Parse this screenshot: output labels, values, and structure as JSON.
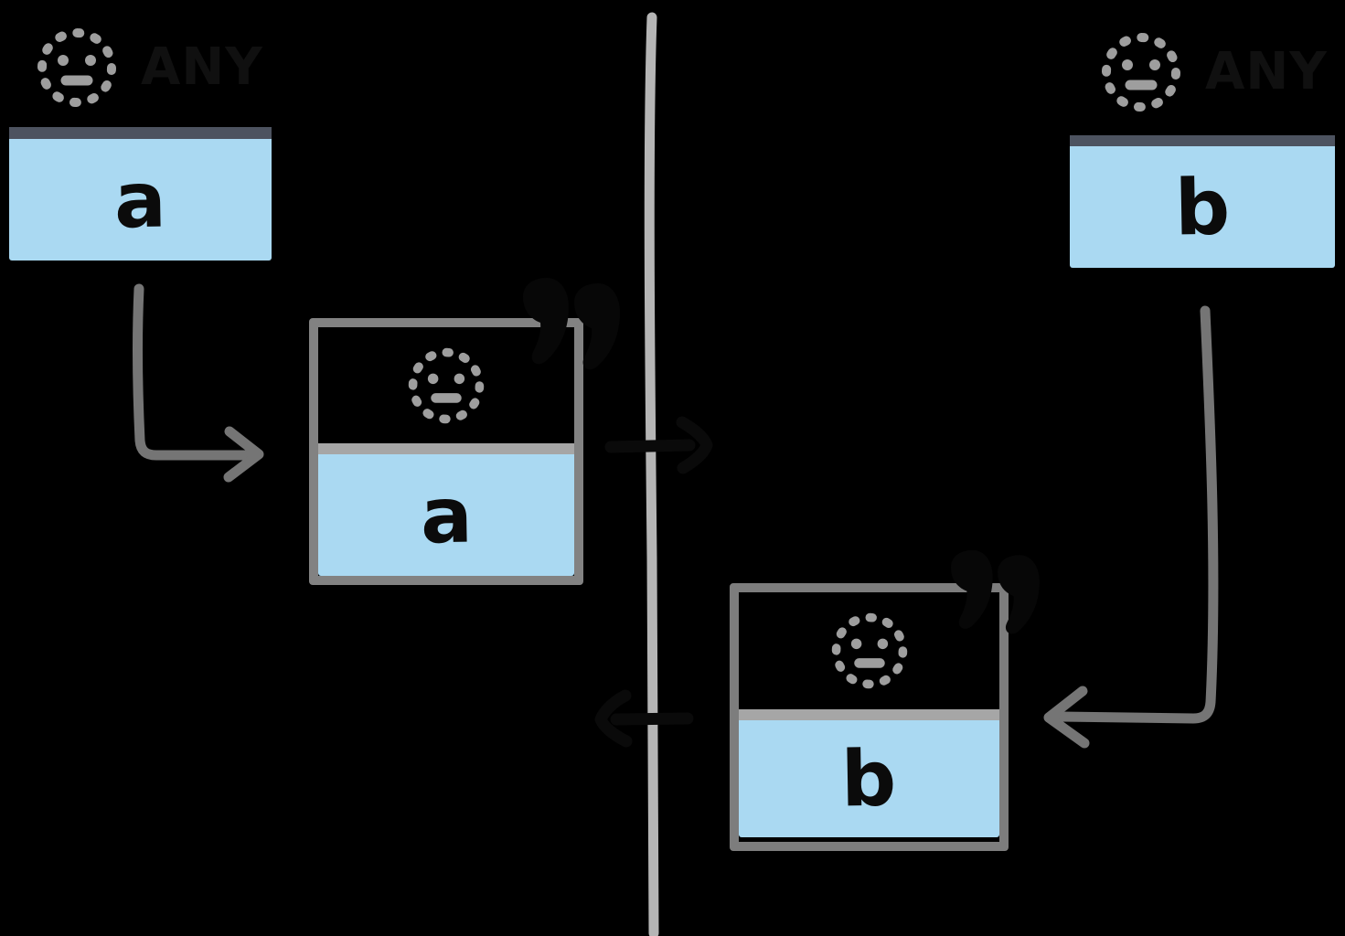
{
  "title": "message passing diagram",
  "cards": {
    "user_a": {
      "badge": "ANY",
      "value": "a"
    },
    "user_b": {
      "badge": "ANY",
      "value": "b"
    },
    "message_a": {
      "value": "a"
    },
    "message_b": {
      "value": "b"
    }
  },
  "icons": {
    "user": "dashed-smiley-circle",
    "message": "double-quote-mark",
    "connectors": [
      "arrow-down-right",
      "arrow-down-left",
      "arrow-right-across-boundary",
      "arrow-left-across-boundary"
    ],
    "boundary": "vertical-line"
  },
  "colors": {
    "background": "#000000",
    "card_fill_blue": "#aad9f2",
    "top_card_divider_slate": "#4d5360",
    "message_card_border_gray": "#828282",
    "message_card_divider_gray": "#a6a6a6",
    "boundary_line_gray": "#b5b5b5",
    "arrow_gray": "#757575",
    "ink_black": "#0a0a0a",
    "smiley_gray": "#9e9e9e"
  }
}
